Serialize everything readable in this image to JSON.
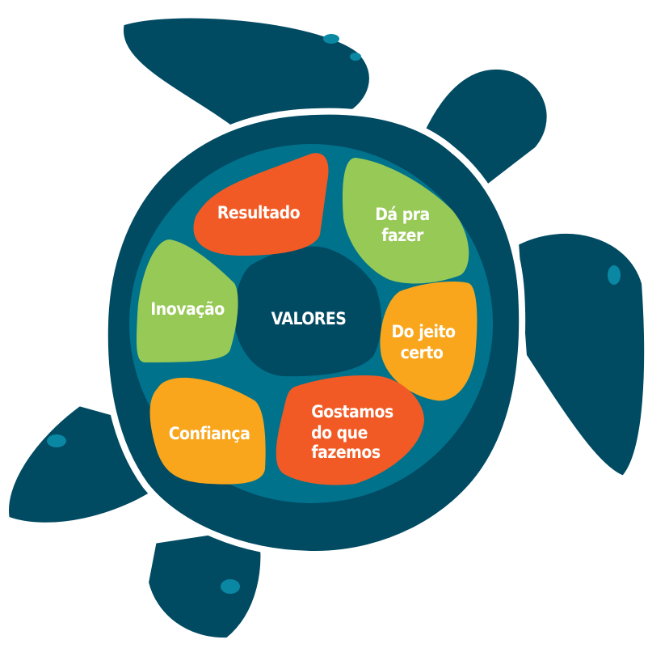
{
  "colors": {
    "dark": "#004a62",
    "ring": "#00728c",
    "highlight": "#0a88a3",
    "orange": "#f15a24",
    "green": "#97c956",
    "yellow": "#f9a61c",
    "text": "#ffffff"
  },
  "center": {
    "label": "VALORES"
  },
  "values": [
    {
      "id": "resultado",
      "lines": [
        "Resultado"
      ]
    },
    {
      "id": "da-pra-fazer",
      "lines": [
        "Dá pra",
        "fazer"
      ]
    },
    {
      "id": "inovacao",
      "lines": [
        "Inovação"
      ]
    },
    {
      "id": "do-jeito-certo",
      "lines": [
        "Do jeito",
        "certo"
      ]
    },
    {
      "id": "gostamos",
      "lines": [
        "Gostamos",
        "do que",
        "fazemos"
      ]
    },
    {
      "id": "confianca",
      "lines": [
        "Confiança"
      ]
    }
  ]
}
